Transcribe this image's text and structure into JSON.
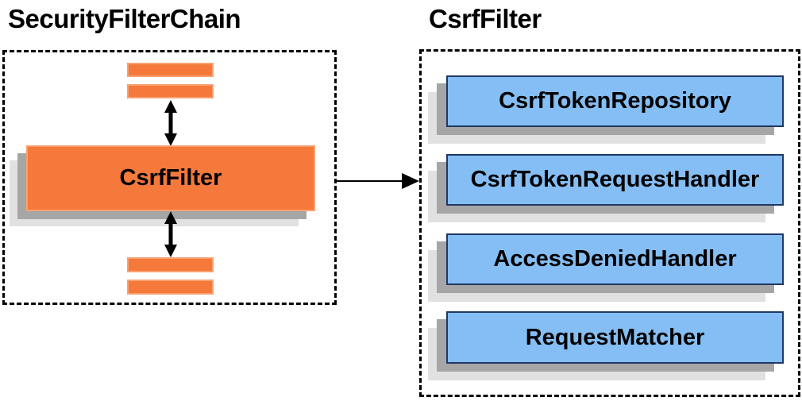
{
  "diagram": {
    "left_panel": {
      "title": "SecurityFilterChain",
      "filter_label": "CsrfFilter"
    },
    "right_panel": {
      "title": "CsrfFilter",
      "components": [
        "CsrfTokenRepository",
        "CsrfTokenRequestHandler",
        "AccessDeniedHandler",
        "RequestMatcher"
      ]
    }
  },
  "colors": {
    "accent_orange": "#F4793B",
    "orange_border": "#F9A172",
    "accent_blue": "#85BEF4",
    "blue_border": "#1F3864",
    "shadow_dark": "#A6A6A6",
    "shadow_light": "#E1E1E1",
    "arrow_black": "#000000"
  }
}
